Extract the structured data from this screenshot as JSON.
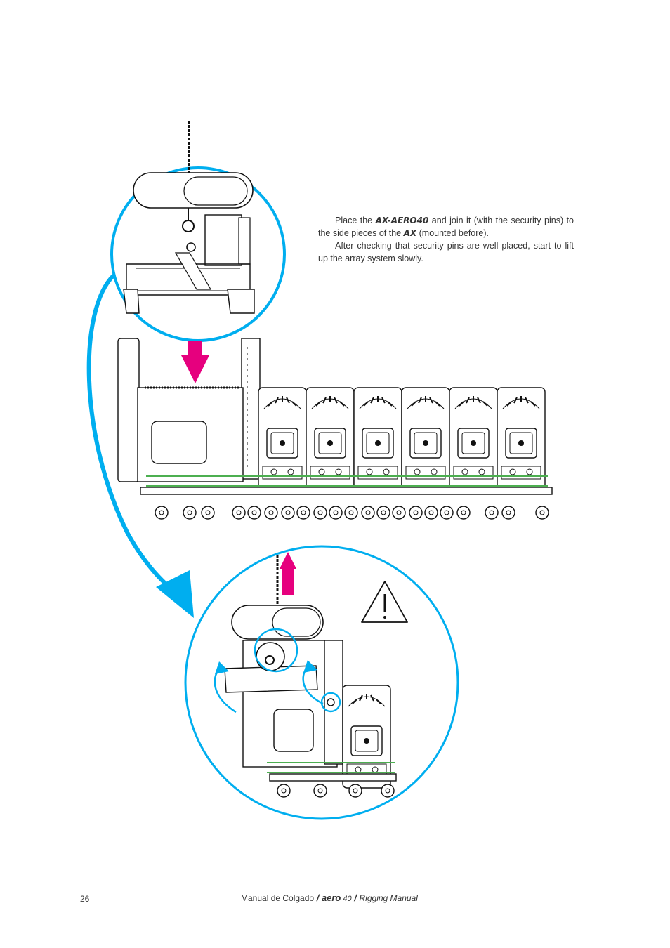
{
  "instructions": {
    "p1_before": "Place the ",
    "p1_em1": "AX-AERO40",
    "p1_mid": " and join it (with the security pins) to the side pieces of the ",
    "p1_em2": "AX",
    "p1_after": " (mounted before).",
    "p2": "After checking that security pins are well placed, start to lift up the array system slowly."
  },
  "footer": {
    "page_number": "26",
    "left_label": "Manual  de  Colgado",
    "brand": " / aero",
    "model": " 40",
    "separator": " / ",
    "right_label": "Rigging  Manual"
  },
  "colors": {
    "accent_blue": "#00aeef",
    "accent_magenta": "#e6007e",
    "line_art": "#111111",
    "rail_green": "#4caf50"
  },
  "icons": [
    "warning-triangle-icon",
    "down-arrow-icon",
    "up-arrow-icon",
    "rotation-arrow-icon"
  ]
}
